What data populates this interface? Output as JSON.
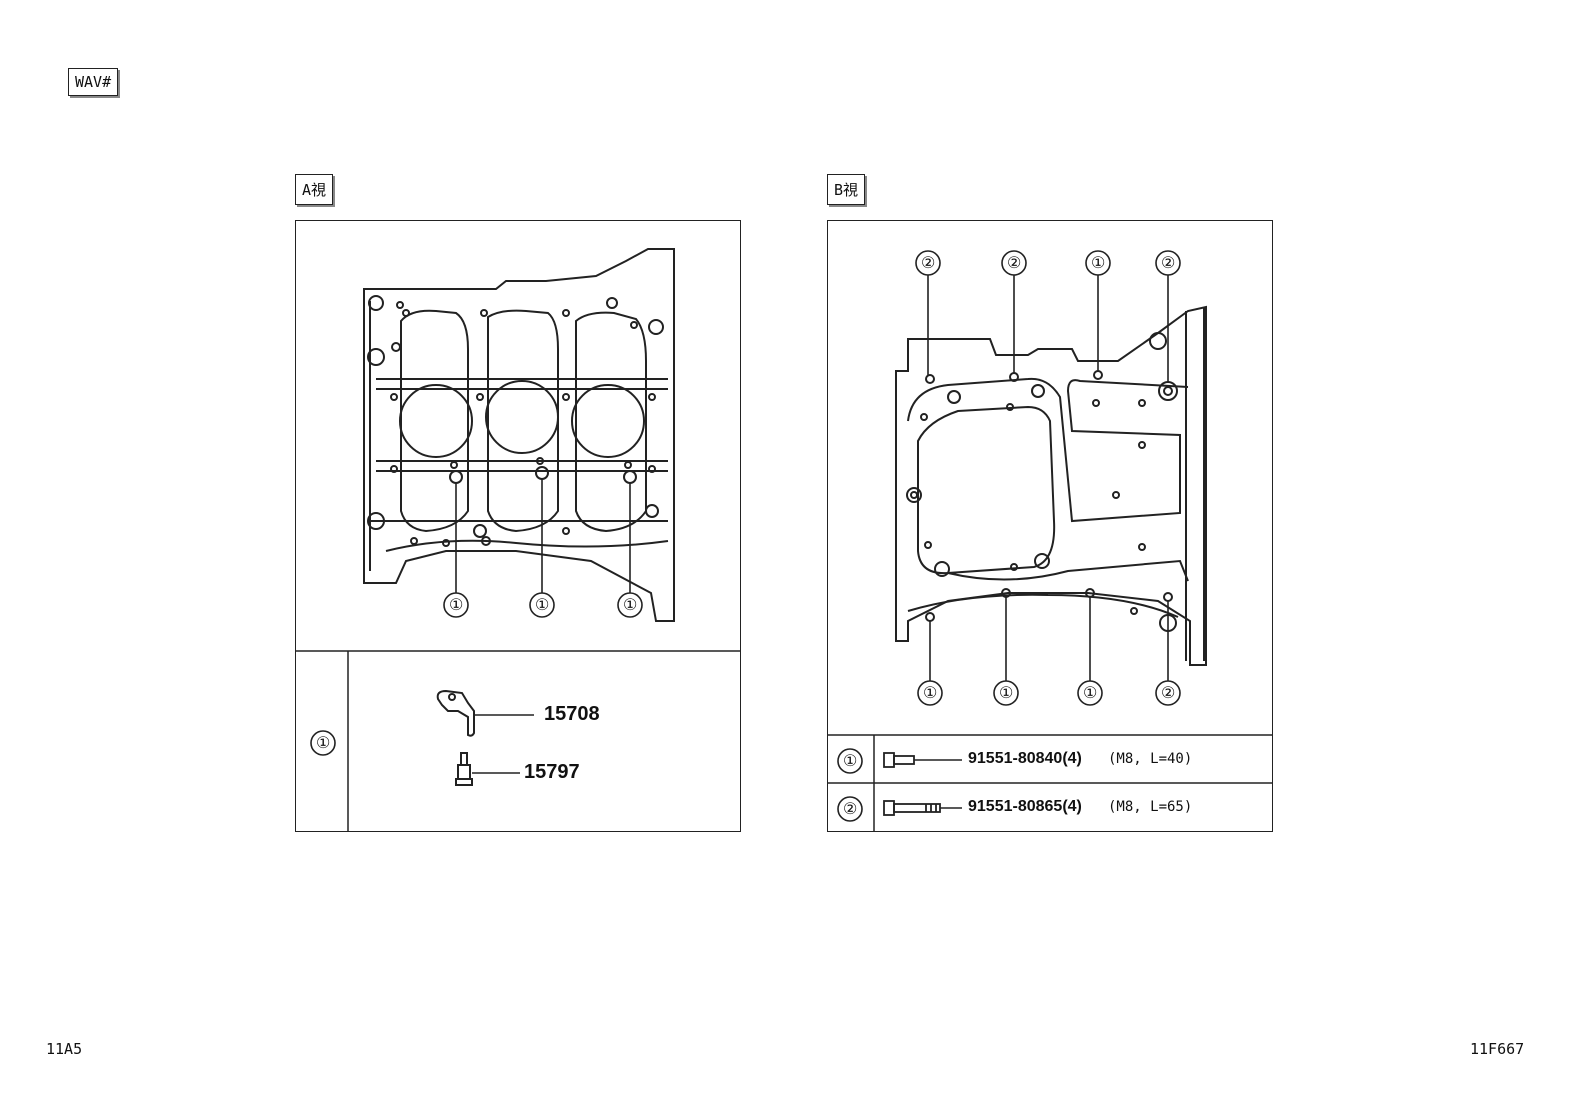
{
  "header": {
    "model_code": "WAV#"
  },
  "view_a": {
    "title": "A視",
    "callouts": [
      "①",
      "①",
      "①"
    ],
    "legend": {
      "marker": "①",
      "parts": [
        "15708",
        "15797"
      ]
    }
  },
  "view_b": {
    "title": "B視",
    "top_callouts": [
      "②",
      "②",
      "①",
      "②"
    ],
    "bottom_callouts": [
      "①",
      "①",
      "①",
      "②"
    ],
    "legend": [
      {
        "marker": "①",
        "part": "91551-80840(4)",
        "spec": "(M8, L=40)"
      },
      {
        "marker": "②",
        "part": "91551-80865(4)",
        "spec": "(M8, L=65)"
      }
    ]
  },
  "footer": {
    "left_code": "11A5",
    "right_code": "11F667"
  }
}
